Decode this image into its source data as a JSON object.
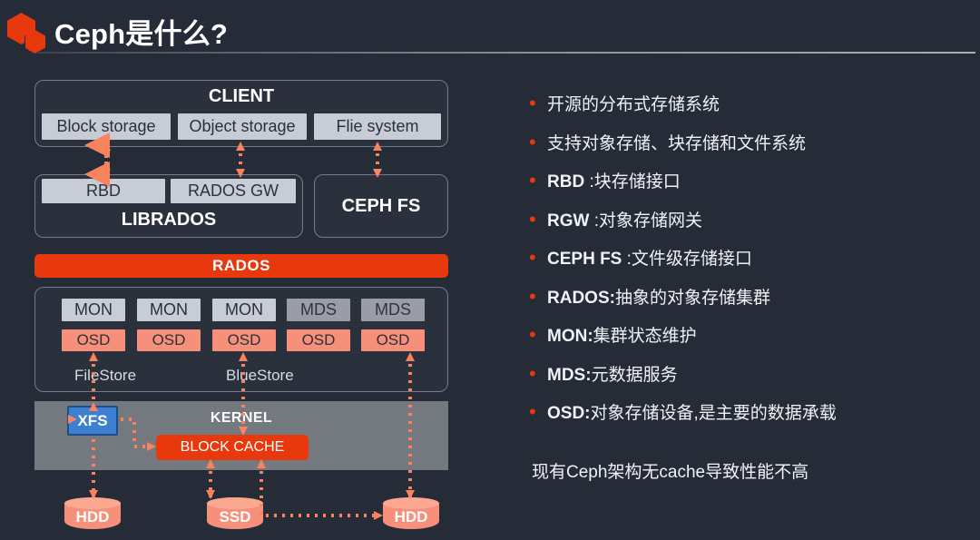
{
  "header": {
    "title": "Ceph是什么?",
    "logo_icon": "ceph-hexagon-logo"
  },
  "colors": {
    "background": "#262b38",
    "accent_orange": "#e8380d",
    "salmon": "#f7907a",
    "chip_gray": "#c7ccd7",
    "chip_gray_dark": "#9a9ca6",
    "kernel_gray": "#74787f",
    "xfs_blue": "#3d7fd0",
    "panel_border": "#767c8c",
    "text_light": "#f0f2f5"
  },
  "diagram": {
    "client": {
      "title": "CLIENT",
      "chips": [
        "Block storage",
        "Object storage",
        "Flie system"
      ]
    },
    "librados": {
      "title": "LIBRADOS",
      "chips": [
        "RBD",
        "RADOS GW"
      ]
    },
    "cephfs": {
      "title": "CEPH FS"
    },
    "rados_bar": {
      "label": "RADOS"
    },
    "cluster": {
      "daemons": [
        "MON",
        "MON",
        "MON",
        "MDS",
        "MDS"
      ],
      "daemon_kinds": [
        "mon",
        "mon",
        "mon",
        "mds",
        "mds"
      ],
      "osds": [
        "OSD",
        "OSD",
        "OSD",
        "OSD",
        "OSD"
      ],
      "store_labels": [
        "FileStore",
        "BlueStore"
      ]
    },
    "kernel": {
      "title": "KERNEL",
      "xfs": "XFS",
      "block_cache": "BLOCK CACHE"
    },
    "disks": [
      "HDD",
      "SSD",
      "HDD"
    ]
  },
  "bullets": [
    {
      "term": "",
      "rest": "开源的分布式存储系统"
    },
    {
      "term": "",
      "rest": "支持对象存储、块存储和文件系统"
    },
    {
      "term": "RBD ",
      "rest": ":块存储接口"
    },
    {
      "term": "RGW ",
      "rest": ":对象存储网关"
    },
    {
      "term": "CEPH FS ",
      "rest": ":文件级存储接口"
    },
    {
      "term": "RADOS:",
      "rest": "抽象的对象存储集群"
    },
    {
      "term": "MON:",
      "rest": "集群状态维护"
    },
    {
      "term": "MDS:",
      "rest": "元数据服务"
    },
    {
      "term": "OSD:",
      "rest": "对象存储设备,是主要的数据承载"
    }
  ],
  "footnote": "现有Ceph架构无cache导致性能不高"
}
